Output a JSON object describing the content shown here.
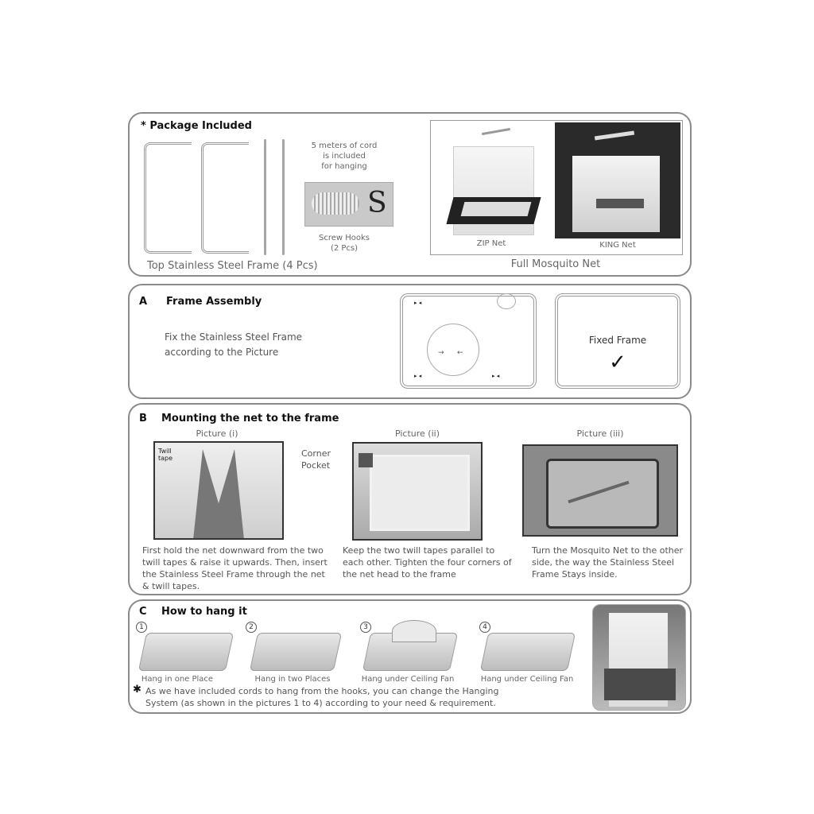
{
  "package": {
    "title": "* Package Included",
    "cord_text": "5 meters of cord\nis included\nfor hanging",
    "hooks_label": "Screw Hooks\n(2 Pcs)",
    "frame_label": "Top Stainless Steel Frame (4 Pcs)",
    "nets": [
      {
        "label": "ZIP Net"
      },
      {
        "label": "KING Net"
      }
    ],
    "nets_caption": "Full Mosquito Net"
  },
  "section_a": {
    "letter": "A",
    "title": "Frame Assembly",
    "text": "Fix the Stainless Steel Frame\naccording to the Picture",
    "fixed_label": "Fixed Frame",
    "check": "✓"
  },
  "section_b": {
    "letter": "B",
    "title": "Mounting the net to the frame",
    "pictures": [
      {
        "caption": "Picture (i)",
        "annotation": "Twill tape",
        "text": "First hold the net downward from the two twill tapes & raise it upwards. Then, insert the Stainless Steel Frame through the net & twill tapes."
      },
      {
        "caption": "Picture (ii)",
        "annotation": "Corner Pocket",
        "text": "Keep the two twill tapes parallel to each other. Tighten the four corners of the net head to the frame"
      },
      {
        "caption": "Picture (iii)",
        "text": "Turn the Mosquito Net to the other side, the way the Stainless Steel Frame Stays inside."
      }
    ]
  },
  "section_c": {
    "letter": "C",
    "title": "How to hang it",
    "steps": [
      {
        "num": "1",
        "label": "Hang in one Place"
      },
      {
        "num": "2",
        "label": "Hang in two Places"
      },
      {
        "num": "3",
        "label": "Hang under Ceiling Fan"
      },
      {
        "num": "4",
        "label": "Hang under Ceiling Fan"
      }
    ],
    "note_icon": "✱",
    "note": "As we have included cords to hang from the hooks, you can change the Hanging\nSystem (as shown in the pictures 1 to 4) according to your need & requirement."
  }
}
